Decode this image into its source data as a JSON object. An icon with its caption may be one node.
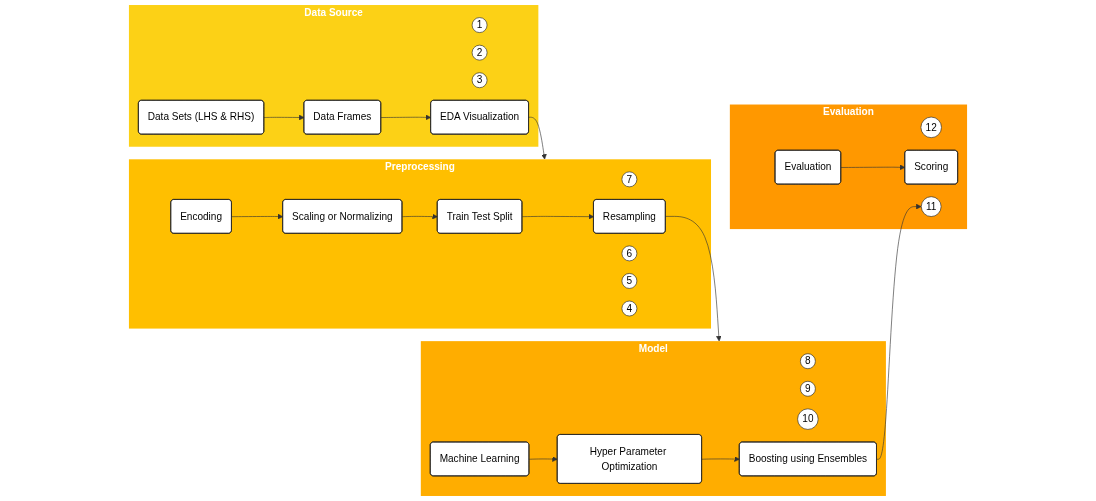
{
  "diagram": {
    "nodes": [
      {
        "text": [
          "Data Source"
        ]
      },
      {
        "text": [
          "1"
        ],
        "in": 0
      },
      {
        "text": [
          "Data Sets (LHS & RHS)"
        ],
        "in": 0
      },
      {
        "text": [
          "2"
        ],
        "in": 0
      },
      {
        "text": [
          "Data Frames"
        ],
        "in": 0
      },
      {
        "text": [
          "3"
        ],
        "in": 0
      },
      {
        "text": [
          "EDA Visualization"
        ],
        "in": 0
      },
      {
        "text": [
          "Preprocessing"
        ]
      },
      {
        "text": [
          "7"
        ],
        "in": 7
      },
      {
        "text": [
          "Resampling"
        ],
        "in": 7
      },
      {
        "text": [
          "6"
        ],
        "in": 7
      },
      {
        "text": [
          "Train Test Split"
        ],
        "in": 7
      },
      {
        "text": [
          "5"
        ],
        "in": 7
      },
      {
        "text": [
          "Scaling or Normalizing"
        ],
        "in": 7
      },
      {
        "text": [
          "4"
        ],
        "in": 7
      },
      {
        "text": [
          "Encoding"
        ],
        "in": 7
      },
      {
        "text": [
          "Model"
        ]
      },
      {
        "text": [
          "8"
        ],
        "in": 16
      },
      {
        "text": [
          "Machine Learning"
        ],
        "in": 16
      },
      {
        "text": [
          "9"
        ],
        "in": 16
      },
      {
        "text": [
          "Hyper Parameter Optimization"
        ],
        "in": 16
      },
      {
        "text": [
          "10"
        ],
        "in": 16
      },
      {
        "text": [
          "Boosting using Ensembles"
        ],
        "in": 16
      },
      {
        "text": [
          "Evaluation"
        ]
      },
      {
        "text": [
          "12"
        ],
        "in": 23
      },
      {
        "text": [
          "Scoring"
        ],
        "in": 23
      },
      {
        "text": [
          "11"
        ],
        "in": 23
      },
      {
        "text": [
          "Evaluation"
        ],
        "in": 23
      }
    ],
    "edges": [
      {
        "from": 2,
        "to": 4,
        "arrow": "to"
      },
      {
        "from": 4,
        "to": 6,
        "arrow": "to"
      },
      {
        "from": 6,
        "to": 7,
        "arrow": "to"
      },
      {
        "from": 15,
        "to": 13,
        "arrow": "to"
      },
      {
        "from": 13,
        "to": 11,
        "arrow": "to"
      },
      {
        "from": 11,
        "to": 9,
        "arrow": "to"
      },
      {
        "from": 9,
        "to": 16,
        "arrow": "to"
      },
      {
        "from": 18,
        "to": 20,
        "arrow": "to"
      },
      {
        "from": 20,
        "to": 22,
        "arrow": "to"
      },
      {
        "from": 22,
        "to": 26,
        "arrow": "to"
      },
      {
        "from": 27,
        "to": 25,
        "arrow": "to"
      }
    ]
  }
}
